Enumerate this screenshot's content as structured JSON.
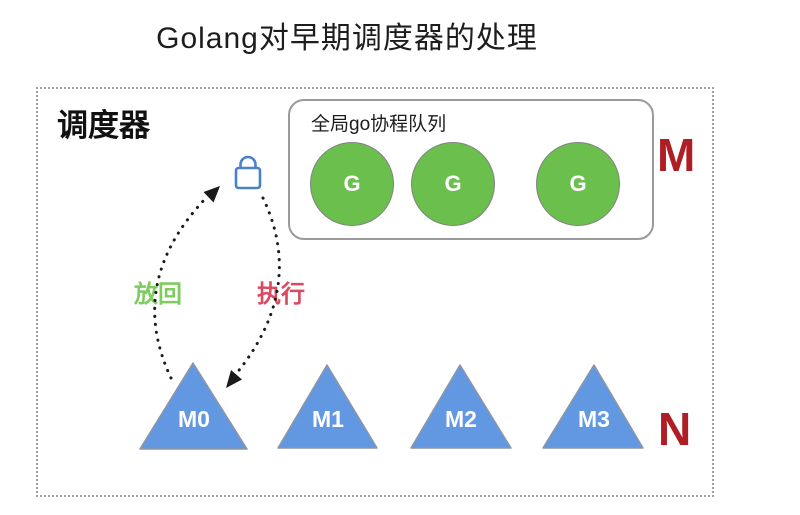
{
  "title": "Golang对早期调度器的处理",
  "colors": {
    "goroutine_green": "#6abf4d",
    "thread_blue": "#6298e2",
    "row_label_red": "#ae1e24",
    "putback_green": "#7ecb5f",
    "execute_red": "#d94a5f",
    "lock_blue": "#4a82c8",
    "dashed_border_gray": "#a0a0a0"
  },
  "scheduler": {
    "label": "调度器",
    "m_row_label": "M",
    "n_row_label": "N",
    "queue": {
      "label": "全局go协程队列",
      "goroutines": [
        {
          "label": "G"
        },
        {
          "label": "G"
        },
        {
          "label": "G"
        }
      ]
    },
    "arrows": {
      "put_back_label": "放回",
      "execute_label": "执行"
    },
    "lock_icon": "lock-icon",
    "threads": [
      {
        "label": "M0"
      },
      {
        "label": "M1"
      },
      {
        "label": "M2"
      },
      {
        "label": "M3"
      }
    ]
  }
}
